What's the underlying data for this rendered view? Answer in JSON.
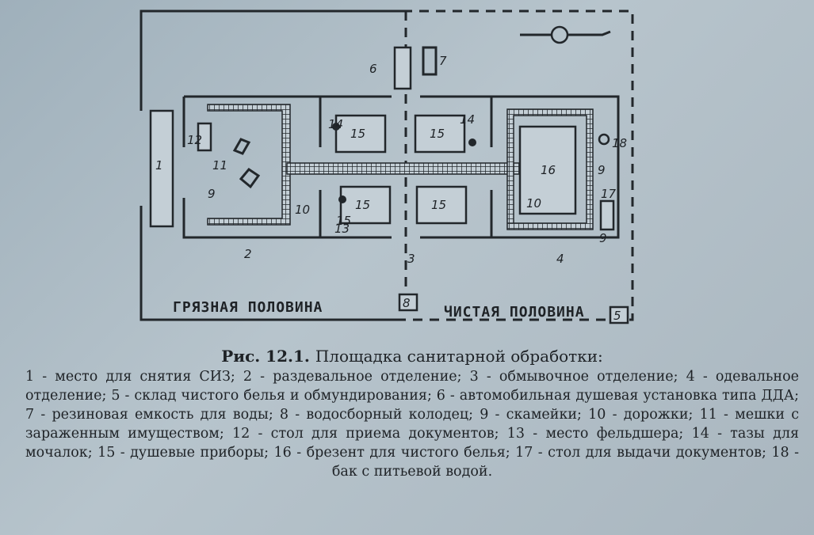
{
  "figure": {
    "label": "Рис. 12.1.",
    "title": "Площадка санитарной обработки:",
    "legend": "1 - место для снятия СИЗ; 2 - раздевальное отделение; 3 - обмывочное отделение; 4 - одевальное отделение; 5 - склад чистого белья и обмундирования; 6 - автомобильная душевая установка типа ДДА; 7 - резиновая емкость для воды; 8 - водосборный колодец; 9 - скамейки; 10 - дорожки; 11 - мешки с зараженным имуществом; 12 - стол для приема документов; 13 - место фельдшера; 14 - тазы для мочалок; 15 - душевые приборы; 16 - брезент для чистого белья; 17 - стол для  выдачи документов; 18 - бак с питьевой водой."
  },
  "plan": {
    "dirty_half": "ГРЯЗНАЯ ПОЛОВИНА",
    "clean_half": "ЧИСТАЯ ПОЛОВИНА",
    "markers": {
      "n1": "1",
      "n2": "2",
      "n3": "3",
      "n4": "4",
      "n5": "5",
      "n6": "6",
      "n7": "7",
      "n8": "8",
      "n9a": "9",
      "n9b": "9",
      "n9c": "9",
      "n10a": "10",
      "n10b": "10",
      "n11": "11",
      "n12": "12",
      "n13": "13",
      "n14a": "14",
      "n14b": "14",
      "n15a": "15",
      "n15b": "15",
      "n15c": "15",
      "n15d": "15",
      "n15e": "15",
      "n16": "16",
      "n17": "17",
      "n18": "18"
    }
  }
}
